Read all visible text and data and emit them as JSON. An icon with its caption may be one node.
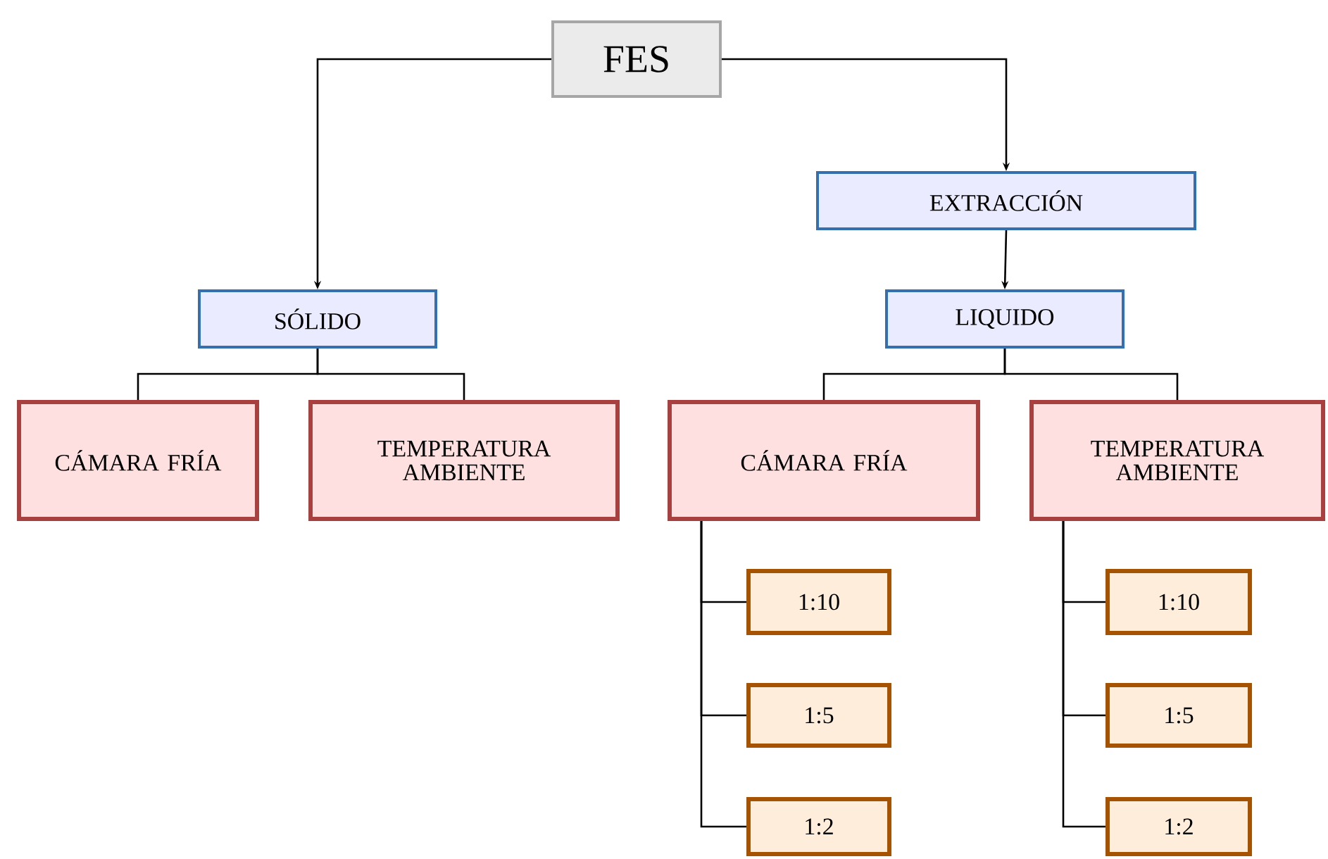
{
  "diagram": {
    "nodes": [
      {
        "text": [
          "FES"
        ]
      },
      {
        "text": [
          "EXTRACCIÓN"
        ]
      },
      {
        "text": [
          "SÓLIDO"
        ]
      },
      {
        "text": [
          "LIQUIDO"
        ]
      },
      {
        "text": [
          "CÁMARA FRÍA"
        ]
      },
      {
        "text": [
          "TEMPERATURA AMBIENTE"
        ]
      },
      {
        "text": [
          "CÁMARA FRÍA"
        ]
      },
      {
        "text": [
          "TEMPERATURA AMBIENTE"
        ]
      },
      {
        "text": [
          "1:10"
        ]
      },
      {
        "text": [
          "1:5"
        ]
      },
      {
        "text": [
          "1:2"
        ]
      },
      {
        "text": [
          "1:10"
        ]
      },
      {
        "text": [
          "1:5"
        ]
      },
      {
        "text": [
          "1:2"
        ]
      }
    ],
    "edges": [
      {
        "from": 0,
        "to": 2,
        "arrow": "to"
      },
      {
        "from": 0,
        "to": 1,
        "arrow": "to"
      },
      {
        "from": 1,
        "to": 3,
        "arrow": "to"
      },
      {
        "from": 2,
        "to": 4,
        "arrow": "none"
      },
      {
        "from": 2,
        "to": 5,
        "arrow": "none"
      },
      {
        "from": 3,
        "to": 6,
        "arrow": "none"
      },
      {
        "from": 3,
        "to": 7,
        "arrow": "none"
      },
      {
        "from": 6,
        "to": 8,
        "arrow": "none"
      },
      {
        "from": 6,
        "to": 9,
        "arrow": "none"
      },
      {
        "from": 6,
        "to": 10,
        "arrow": "none"
      },
      {
        "from": 7,
        "to": 11,
        "arrow": "none"
      },
      {
        "from": 7,
        "to": 12,
        "arrow": "none"
      },
      {
        "from": 7,
        "to": 13,
        "arrow": "none"
      }
    ]
  }
}
